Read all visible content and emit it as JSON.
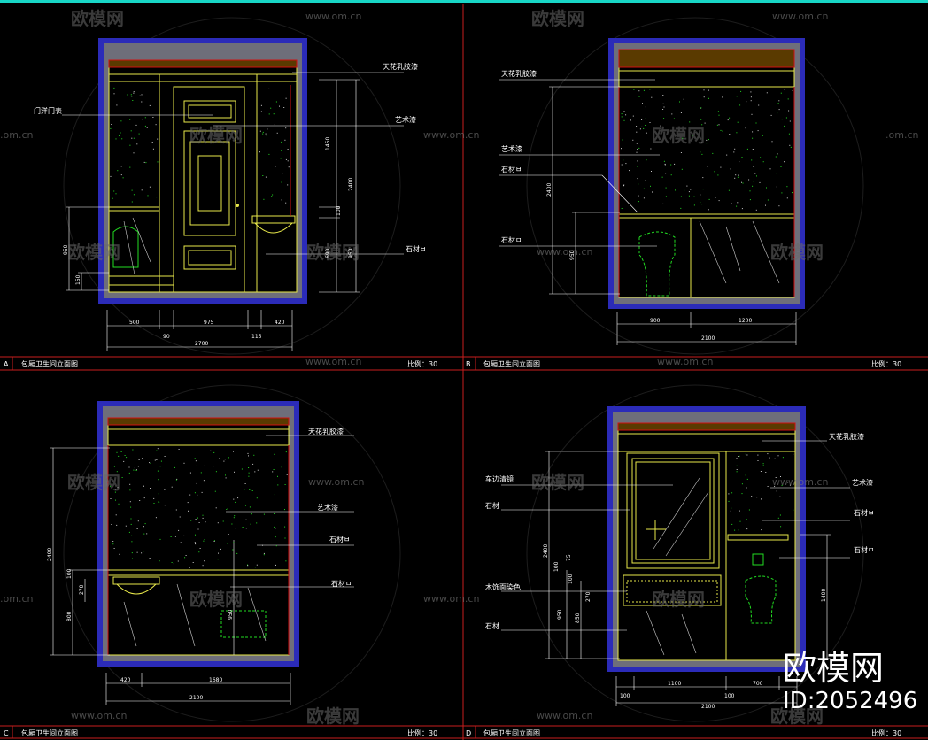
{
  "colors": {
    "background": "#000000",
    "frame_blue": "#2b2bb8",
    "wall_gray": "#6e6e7a",
    "outline_yellow": "#e8e84a",
    "red": "#d01010",
    "dim_white": "#ffffff",
    "green_fixture": "#22dd22",
    "panel_border": "#c81e1e",
    "top_cyan": "#18d6c6"
  },
  "watermark": {
    "brand": "欧模网",
    "url": "www.om.cn",
    "url_fragment": ".om.cn",
    "big_brand": "欧模网",
    "id": "ID:2052496"
  },
  "panels": [
    {
      "key": "A",
      "title": "包厢卫生间立面图",
      "scale": "比例：30",
      "labels": [
        "天花乳胶漆",
        "门洋门表",
        "艺术漆",
        "石材ㅂ"
      ],
      "v_dims": [
        "1450",
        "2400",
        "100",
        "950",
        "690",
        "950",
        "150"
      ],
      "h_dims": [
        "500",
        "90",
        "975",
        "115",
        "420",
        "2700"
      ]
    },
    {
      "key": "B",
      "title": "包厢卫生间立面图",
      "scale": "比例：30",
      "labels": [
        "天花乳胶漆",
        "艺术漆",
        "石材ㅂ",
        "石材ㅁ"
      ],
      "v_dims": [
        "2400",
        "950"
      ],
      "h_dims": [
        "900",
        "1200",
        "2100"
      ]
    },
    {
      "key": "C",
      "title": "包厢卫生间立面图",
      "scale": "比例：30",
      "labels": [
        "天花乳胶漆",
        "艺术漆",
        "石材ㅂ",
        "石材ㅁ"
      ],
      "v_dims": [
        "2400",
        "100",
        "270",
        "800",
        "950"
      ],
      "h_dims": [
        "420",
        "1680",
        "2100"
      ]
    },
    {
      "key": "D",
      "title": "包厢卫生间立面图",
      "scale": "比例：30",
      "labels": [
        "天花乳胶漆",
        "车边清镜",
        "艺术漆",
        "石材",
        "石材ㅂ",
        "石材ㅁ",
        "木饰面染色",
        "石材"
      ],
      "v_dims": [
        "2400",
        "75",
        "100",
        "100",
        "950",
        "850",
        "270",
        "1400"
      ],
      "h_dims": [
        "100",
        "1100",
        "700",
        "100",
        "2100"
      ]
    }
  ]
}
